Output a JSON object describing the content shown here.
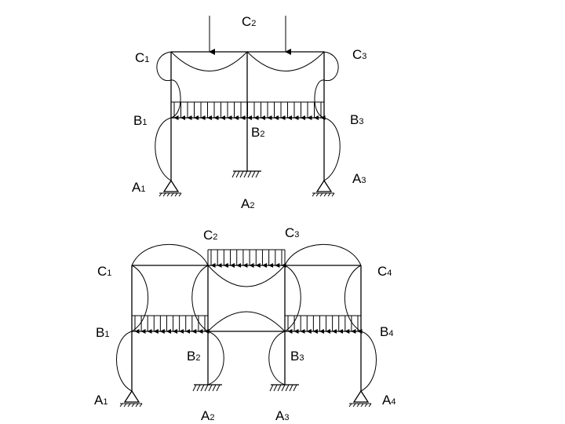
{
  "frame_top": {
    "labels": {
      "C1": {
        "letter": "C",
        "sub": "1"
      },
      "C2": {
        "letter": "C",
        "sub": "2"
      },
      "C3": {
        "letter": "C",
        "sub": "3"
      },
      "B1": {
        "letter": "B",
        "sub": "1"
      },
      "B2": {
        "letter": "B",
        "sub": "2"
      },
      "B3": {
        "letter": "B",
        "sub": "3"
      },
      "A1": {
        "letter": "A",
        "sub": "1"
      },
      "A2": {
        "letter": "A",
        "sub": "2"
      },
      "A3": {
        "letter": "A",
        "sub": "3"
      }
    }
  },
  "frame_bottom": {
    "labels": {
      "C1": {
        "letter": "C",
        "sub": "1"
      },
      "C2": {
        "letter": "C",
        "sub": "2"
      },
      "C3": {
        "letter": "C",
        "sub": "3"
      },
      "C4": {
        "letter": "C",
        "sub": "4"
      },
      "B1": {
        "letter": "B",
        "sub": "1"
      },
      "B2": {
        "letter": "B",
        "sub": "2"
      },
      "B3": {
        "letter": "B",
        "sub": "3"
      },
      "B4": {
        "letter": "B",
        "sub": "4"
      },
      "A1": {
        "letter": "A",
        "sub": "1"
      },
      "A2": {
        "letter": "A",
        "sub": "2"
      },
      "A3": {
        "letter": "A",
        "sub": "3"
      },
      "A4": {
        "letter": "A",
        "sub": "4"
      }
    }
  },
  "colors": {
    "line": "#000000",
    "background": "#ffffff"
  }
}
